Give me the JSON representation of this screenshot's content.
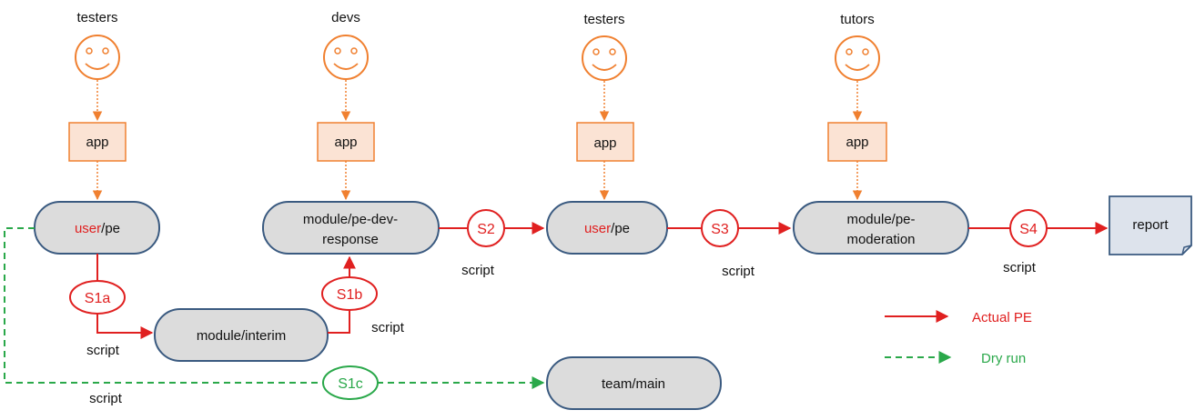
{
  "actors": [
    {
      "role": "testers",
      "app": "app"
    },
    {
      "role": "devs",
      "app": "app"
    },
    {
      "role": "testers",
      "app": "app"
    },
    {
      "role": "tutors",
      "app": "app"
    }
  ],
  "nodes": {
    "user_pe_1": {
      "prefix": "user",
      "suffix": "/pe"
    },
    "pe_dev_response": {
      "line1": "module/pe-dev-",
      "line2": "response"
    },
    "user_pe_2": {
      "prefix": "user",
      "suffix": "/pe"
    },
    "pe_moderation": {
      "line1": "module/pe-",
      "line2": "moderation"
    },
    "interim": "module/interim",
    "team_main": "team/main",
    "report": "report"
  },
  "steps": {
    "s1a": "S1a",
    "s1b": "S1b",
    "s1c": "S1c",
    "s2": "S2",
    "s3": "S3",
    "s4": "S4"
  },
  "script_label": "script",
  "legend": {
    "actual": "Actual PE",
    "dry": "Dry run"
  },
  "colors": {
    "actor": "#f08030",
    "app_fill": "#fbe3d4",
    "node_fill": "#dcdcdc",
    "node_stroke": "#3a5a80",
    "red": "#e02020",
    "green": "#2aa84a"
  }
}
